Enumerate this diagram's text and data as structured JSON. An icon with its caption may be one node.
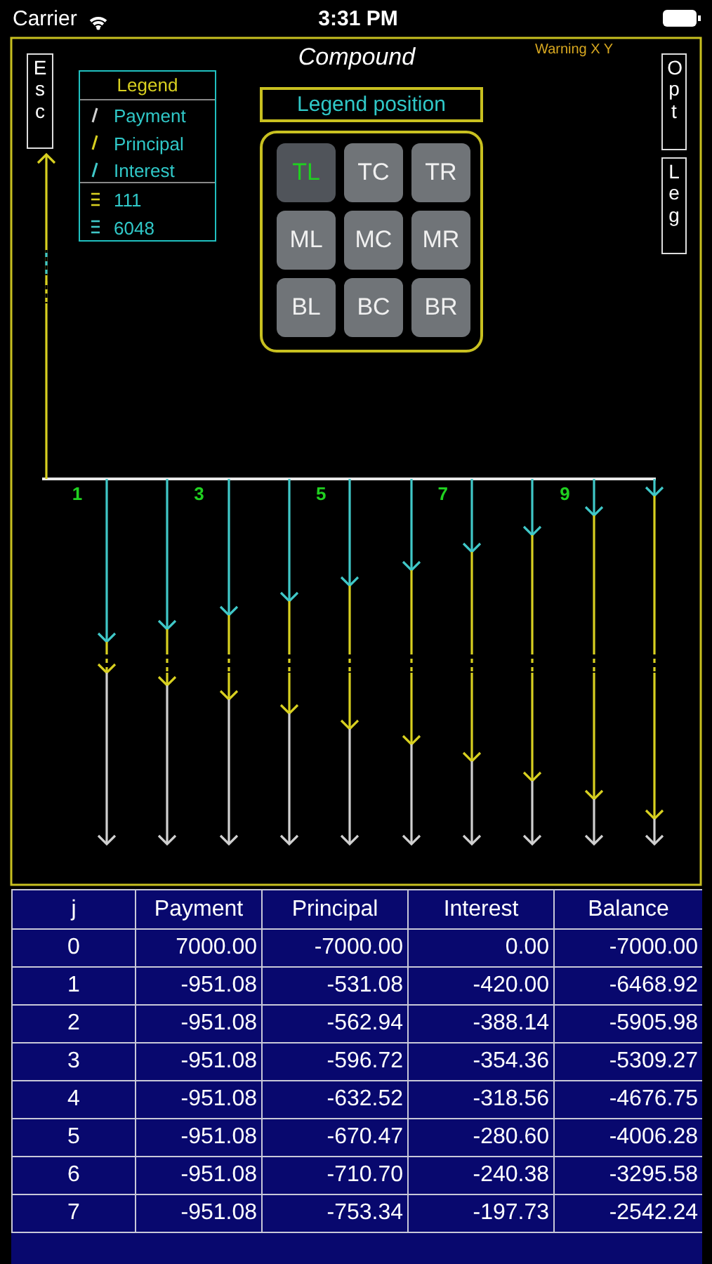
{
  "diagram": {
    "title": "Compound",
    "nodes": [
      {
        "text": [
          "Esc"
        ]
      },
      {
        "text": [
          "Legend position"
        ]
      },
      {
        "text": [],
        "shape": "box"
      },
      {
        "text": [
          "TL"
        ],
        "in": 2
      },
      {
        "text": [
          "TC"
        ],
        "in": 2
      },
      {
        "text": [
          "TR"
        ],
        "in": 2
      },
      {
        "text": [
          "ML"
        ],
        "in": 2
      },
      {
        "text": [
          "MC"
        ],
        "in": 2
      },
      {
        "text": [
          "MR"
        ],
        "in": 2
      },
      {
        "text": [
          "BL"
        ],
        "in": 2
      },
      {
        "text": [
          "BC"
        ],
        "in": 2
      },
      {
        "text": [
          "BR"
        ],
        "in": 2
      },
      {
        "text": [
          "Opt"
        ]
      },
      {
        "text": [
          "Leg"
        ]
      }
    ],
    "labels": [
      "Carrier",
      "3:31 PM",
      "Warning X Y",
      "Legend",
      "1",
      "3",
      "5",
      "7",
      "9",
      "j",
      "Payment",
      "Principal",
      "Interest",
      "Balance",
      "0",
      "7000.00",
      "-7000.00",
      "0.00",
      "-7000.00",
      "1",
      "-951.08",
      "-531.08",
      "-420.00",
      "-6468.92",
      "2",
      "-951.08",
      "-562.94",
      "-388.14",
      "-5905.98",
      "3",
      "-951.08",
      "-596.72",
      "-354.36",
      "-5309.27",
      "4",
      "-951.08",
      "-632.52",
      "-318.56",
      "-4676.75",
      "5",
      "-951.08",
      "-670.47",
      "-280.60",
      "-4006.28",
      "6",
      "-951.08",
      "-710.70",
      "-240.38",
      "-3295.58",
      "7",
      "-951.08",
      "-753.34",
      "-197.73",
      "-2542.24"
    ],
    "legend": [
      {
        "text": "Payment"
      },
      {
        "text": "Principal"
      },
      {
        "text": "Interest"
      },
      {
        "text": "111"
      },
      {
        "text": "6048"
      }
    ]
  }
}
